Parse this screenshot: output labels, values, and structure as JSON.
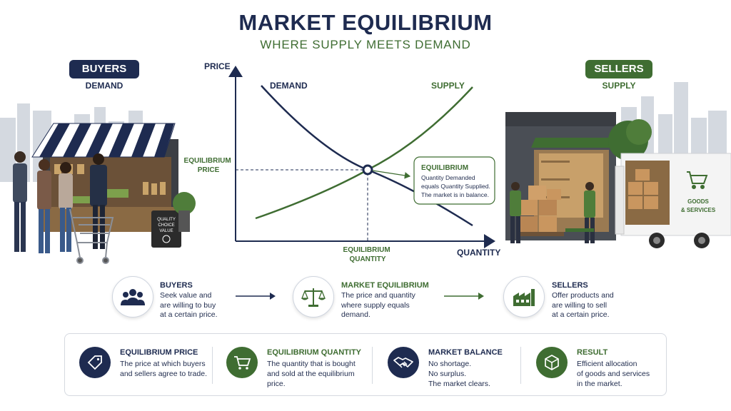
{
  "header": {
    "title": "MARKET EQUILIBRIUM",
    "subtitle": "WHERE SUPPLY MEETS DEMAND"
  },
  "buyers_side": {
    "label": "BUYERS",
    "sublabel": "DEMAND",
    "sign_text": [
      "QUALITY",
      "CHOICE",
      "VALUE"
    ]
  },
  "sellers_side": {
    "label": "SELLERS",
    "sublabel": "SUPPLY",
    "truck_text": [
      "GOODS",
      "& SERVICES"
    ]
  },
  "chart": {
    "y_axis_label": "PRICE",
    "x_axis_label": "QUANTITY",
    "demand_label": "DEMAND",
    "supply_label": "SUPPLY",
    "equilibrium_price_label": [
      "EQUILIBRIUM",
      "PRICE"
    ],
    "equilibrium_quantity_label": [
      "EQUILIBRIUM",
      "QUANTITY"
    ],
    "callout_title": "EQUILIBRIUM",
    "callout_lines": [
      "Quantity Demanded",
      "equals Quantity Supplied.",
      "The market is in balance."
    ]
  },
  "flow": [
    {
      "title": "BUYERS",
      "lines": [
        "Seek value and",
        "are willing to buy",
        "at a certain price."
      ],
      "icon": "buyers-group-icon",
      "color": "#1e2b50"
    },
    {
      "title": "MARKET EQUILIBRIUM",
      "lines": [
        "The price and quantity",
        "where supply equals",
        "demand."
      ],
      "icon": "balance-scale-icon",
      "color": "#3f6d32"
    },
    {
      "title": "SELLERS",
      "lines": [
        "Offer products and",
        "are willing to sell",
        "at a certain price."
      ],
      "icon": "factory-icon",
      "color": "#1e2b50"
    }
  ],
  "cards": [
    {
      "title": "EQUILIBRIUM PRICE",
      "lines": [
        "The price at which buyers",
        "and sellers agree to trade."
      ],
      "icon": "price-tag-icon",
      "color": "#1e2b50"
    },
    {
      "title": "EQUILIBRIUM QUANTITY",
      "lines": [
        "The quantity that is bought",
        "and sold at the equilibrium",
        "price."
      ],
      "icon": "shopping-cart-icon",
      "color": "#3f6d32"
    },
    {
      "title": "MARKET BALANCE",
      "lines": [
        "No shortage.",
        "No surplus.",
        "The market clears."
      ],
      "icon": "handshake-icon",
      "color": "#1e2b50"
    },
    {
      "title": "RESULT",
      "lines": [
        "Efficient allocation",
        "of goods and services",
        "in the market."
      ],
      "icon": "box-icon",
      "color": "#3f6d32"
    }
  ],
  "colors": {
    "navy": "#1e2b50",
    "green": "#3f6d32"
  }
}
